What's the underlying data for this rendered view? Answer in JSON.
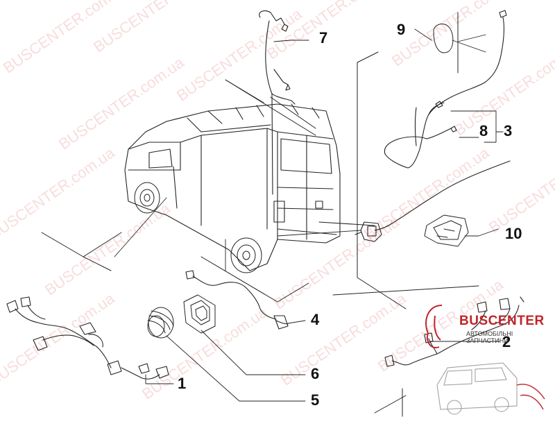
{
  "callouts": {
    "c1": "1",
    "c2": "2",
    "c3": "3",
    "c4": "4",
    "c5": "5",
    "c6": "6",
    "c7": "7",
    "c8": "8",
    "c9": "9",
    "c10": "10"
  },
  "watermark": "BUSCENTER.com.ua",
  "logo": {
    "name": "BUSCENTER",
    "tagline": "АВТОМОБІЛЬНІ ЗАПЧАСТИНИ"
  },
  "colors": {
    "line": "#222222",
    "watermark": "#d73c3c",
    "logo": "#c0242a"
  }
}
